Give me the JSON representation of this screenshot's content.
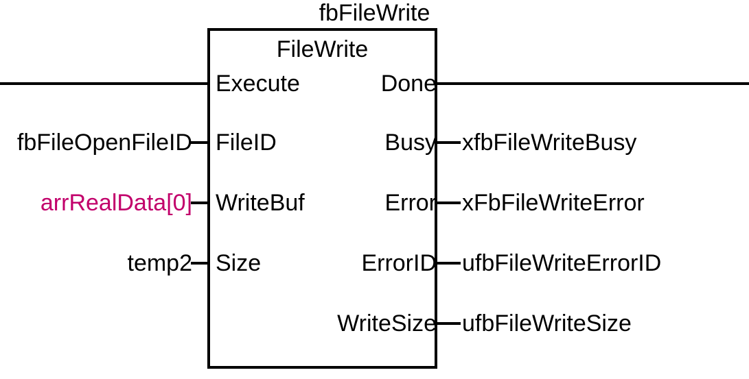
{
  "diagram": {
    "instance_name": "fbFileWrite",
    "block_type": "FileWrite",
    "colors": {
      "stroke": "#000000",
      "background": "#ffffff",
      "text": "#000000",
      "highlight_magenta": "#C2006B"
    },
    "inputs": [
      {
        "port": "Execute",
        "signal": "",
        "signal_color": "#000000",
        "wire": "rail-left"
      },
      {
        "port": "FileID",
        "signal": "fbFileOpenFileID",
        "signal_color": "#000000",
        "wire": "stub"
      },
      {
        "port": "WriteBuf",
        "signal": "arrRealData[0]",
        "signal_color": "#C2006B",
        "wire": "stub"
      },
      {
        "port": "Size",
        "signal": "temp2",
        "signal_color": "#000000",
        "wire": "stub"
      }
    ],
    "outputs": [
      {
        "port": "Done",
        "signal": "",
        "signal_color": "#000000",
        "wire": "rail-right"
      },
      {
        "port": "Busy",
        "signal": "xfbFileWriteBusy",
        "signal_color": "#000000",
        "wire": "stub"
      },
      {
        "port": "Error",
        "signal": "xFbFileWriteError",
        "signal_color": "#000000",
        "wire": "stub"
      },
      {
        "port": "ErrorID",
        "signal": "ufbFileWriteErrorID",
        "signal_color": "#000000",
        "wire": "stub"
      },
      {
        "port": "WriteSize",
        "signal": "ufbFileWriteSize",
        "signal_color": "#000000",
        "wire": "stub"
      }
    ]
  }
}
